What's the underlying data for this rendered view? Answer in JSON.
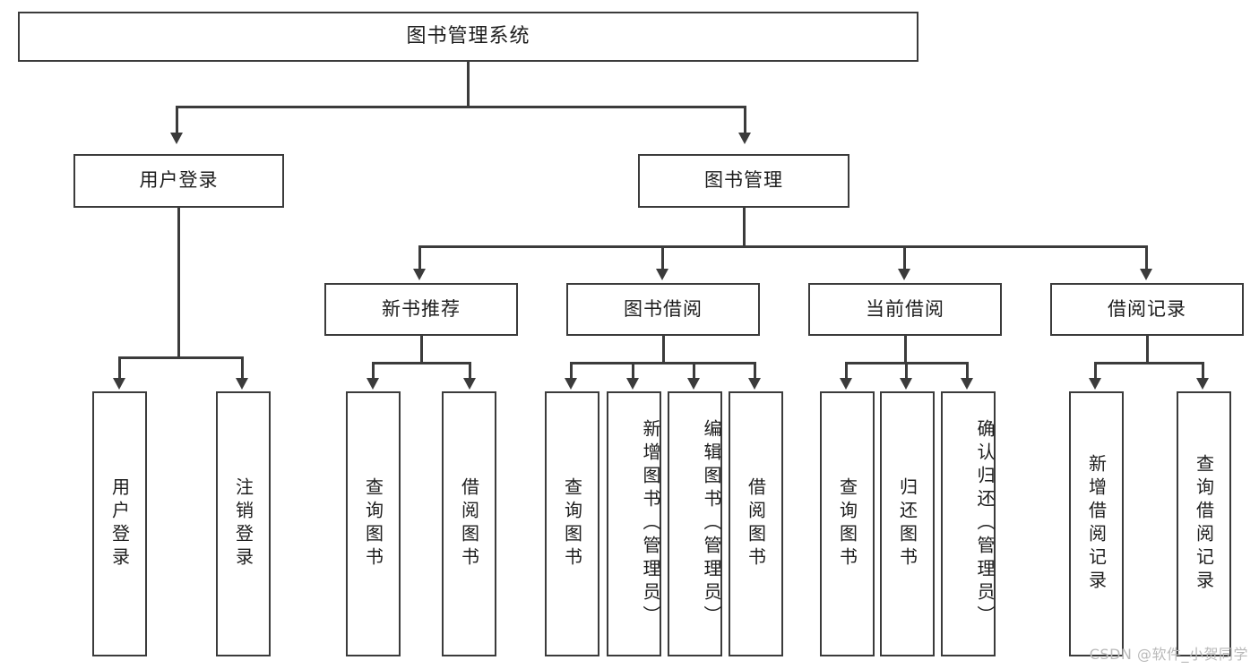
{
  "diagram": {
    "type": "tree-hierarchy",
    "title": "图书管理系统",
    "root": {
      "label": "图书管理系统"
    },
    "level2": [
      {
        "id": "user-login",
        "label": "用户登录"
      },
      {
        "id": "book-management",
        "label": "图书管理"
      }
    ],
    "level3": [
      {
        "id": "new-book-recommend",
        "label": "新书推荐",
        "parent": "book-management"
      },
      {
        "id": "book-borrow",
        "label": "图书借阅",
        "parent": "book-management"
      },
      {
        "id": "current-borrow",
        "label": "当前借阅",
        "parent": "book-management"
      },
      {
        "id": "borrow-record",
        "label": "借阅记录",
        "parent": "book-management"
      }
    ],
    "leaves": {
      "user_login": [
        {
          "id": "leaf-user-login",
          "label": "用户登录"
        },
        {
          "id": "leaf-user-logout",
          "label": "注销登录"
        }
      ],
      "new_book_recommend": [
        {
          "id": "leaf-query-book-1",
          "label": "查询图书"
        },
        {
          "id": "leaf-borrow-book-1",
          "label": "借阅图书"
        }
      ],
      "book_borrow": [
        {
          "id": "leaf-query-book-2",
          "label": "查询图书"
        },
        {
          "id": "leaf-add-book-admin",
          "label": "新增图书（管理员）"
        },
        {
          "id": "leaf-edit-book-admin",
          "label": "编辑图书（管理员）"
        },
        {
          "id": "leaf-borrow-book-2",
          "label": "借阅图书"
        }
      ],
      "current_borrow": [
        {
          "id": "leaf-query-book-3",
          "label": "查询图书"
        },
        {
          "id": "leaf-return-book",
          "label": "归还图书"
        },
        {
          "id": "leaf-confirm-return-admin",
          "label": "确认归还（管理员）"
        }
      ],
      "borrow_record": [
        {
          "id": "leaf-add-borrow-record",
          "label": "新增借阅记录"
        },
        {
          "id": "leaf-query-borrow-record",
          "label": "查询借阅记录"
        }
      ]
    }
  },
  "watermark": {
    "text": "CSDN @软件_小贺同学"
  },
  "colors": {
    "stroke": "#3b3b3b",
    "fill": "#ffffff",
    "text": "#1d1d1d",
    "watermark": "#b9b9b9"
  }
}
